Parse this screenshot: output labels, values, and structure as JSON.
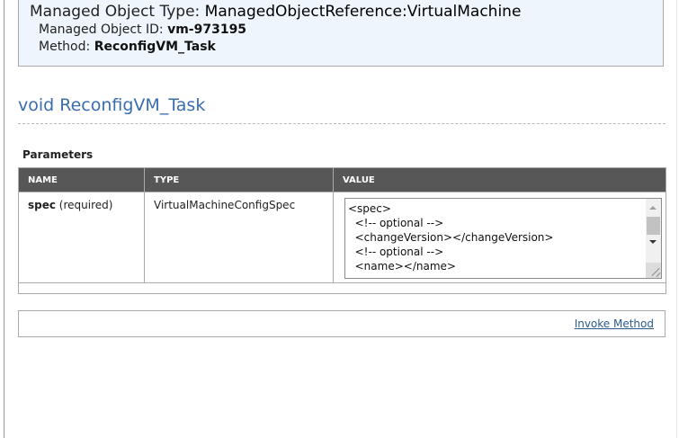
{
  "info": {
    "type_label": "Managed Object Type: ",
    "type_value": "ManagedObjectReference:VirtualMachine",
    "id_label": "Managed Object ID: ",
    "id_value": "vm-973195",
    "method_label": "Method: ",
    "method_value": "ReconfigVM_Task"
  },
  "method_title": "void ReconfigVM_Task",
  "parameters": {
    "heading": "Parameters",
    "columns": [
      "NAME",
      "TYPE",
      "VALUE"
    ],
    "rows": [
      {
        "name": "spec",
        "qualifier": " (required)",
        "type": "VirtualMachineConfigSpec",
        "value": "<spec>\n  <!-- optional -->\n  <changeVersion></changeVersion>\n  <!-- optional -->\n  <name></name>"
      }
    ]
  },
  "invoke_label": "Invoke Method"
}
